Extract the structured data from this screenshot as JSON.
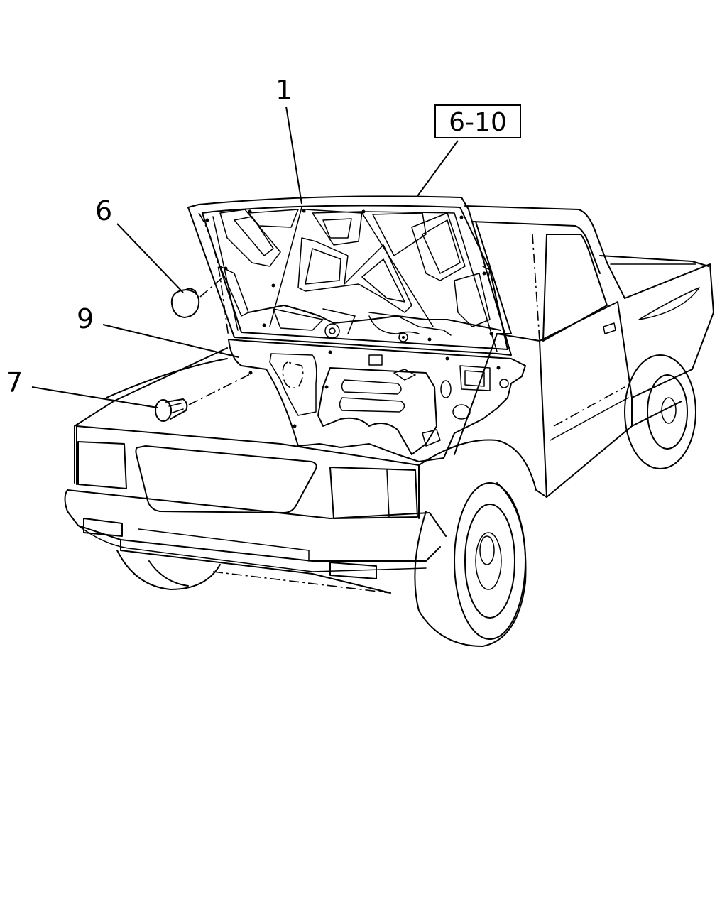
{
  "callouts": {
    "hood": "1",
    "clip_upper": "6",
    "clip_lower": "7",
    "insulator": "9"
  },
  "reference_box": "6-10",
  "colors": {
    "line": "#000000",
    "background": "#ffffff"
  }
}
